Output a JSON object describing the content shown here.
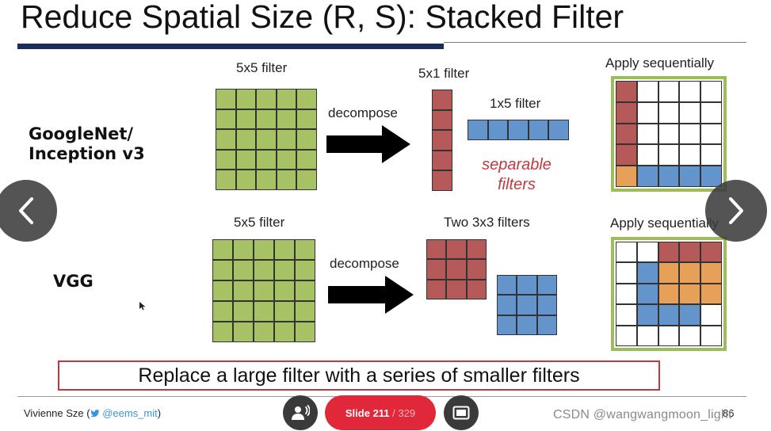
{
  "slide": {
    "title": "Reduce Spatial Size (R, S): Stacked Filter",
    "row1": {
      "arch": "GoogleNet/\nInception v3",
      "filter_label": "5x5 filter",
      "decompose": "decompose",
      "filter_a": "5x1 filter",
      "filter_b": "1x5 filter",
      "note": "separable\nfilters",
      "apply": "Apply sequentially"
    },
    "row2": {
      "arch": "VGG",
      "filter_label": "5x5 filter",
      "decompose": "decompose",
      "filter_a": "Two 3x3 filters",
      "apply": "Apply sequentially"
    },
    "callout": "Replace a large filter with a series of smaller filters",
    "footer": {
      "author": "Vivienne Sze (",
      "twitter": "@eems_mit",
      "author_close": ")",
      "page": "86"
    }
  },
  "viewer": {
    "slide_label": "Slide 211",
    "slide_total": "/ 329",
    "watermark": "CSDN @wangwangmoon_light"
  },
  "colors": {
    "green": "#a6c264",
    "red": "#b55a58",
    "blue": "#6494cc",
    "orange": "#e7a057",
    "accent": "#e0283a"
  },
  "icons": {
    "prev": "chevron-left-icon",
    "next": "chevron-right-icon",
    "presenter": "presenter-icon",
    "fullscreen": "screen-icon",
    "twitter": "twitter-bird-icon"
  }
}
